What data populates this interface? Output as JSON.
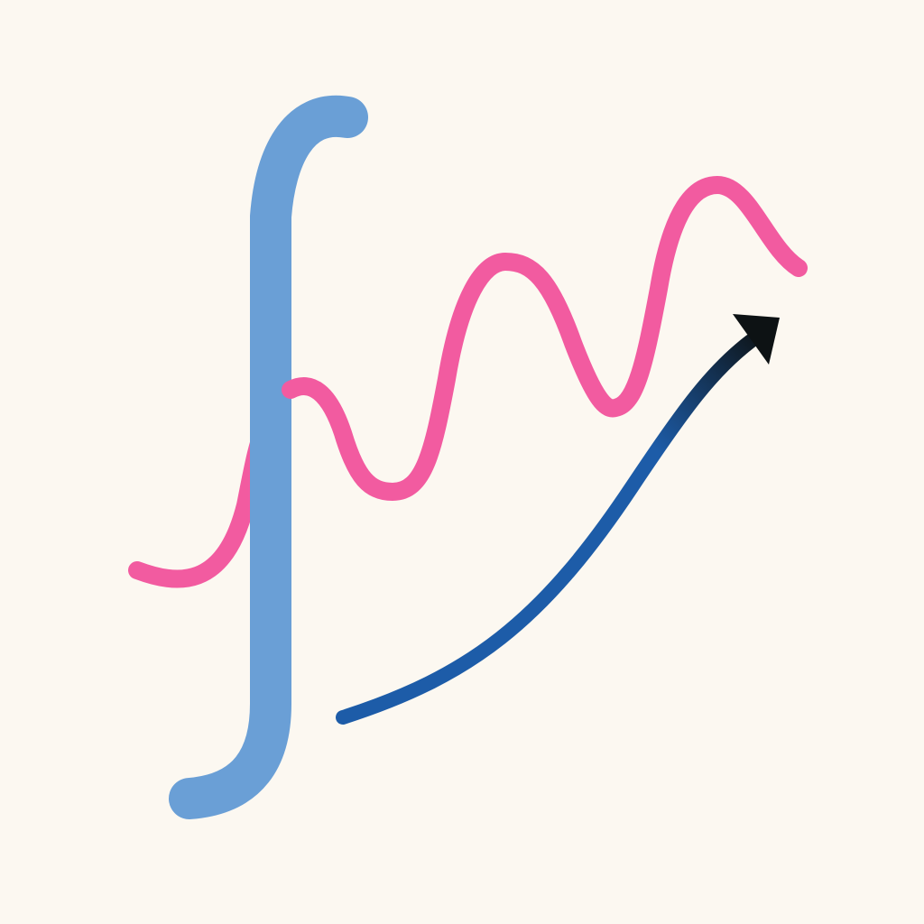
{
  "illustration": {
    "elements": [
      "integral-sign-stroke",
      "wave-stroke",
      "growth-arrow"
    ],
    "colors": {
      "background": "#fcf8f1",
      "integral_stroke": "#6a9fd6",
      "wave_stroke": "#f25ba0",
      "arrow_gradient_start": "#1d5ca8",
      "arrow_gradient_end": "#0d1214",
      "arrowhead": "#0d1214"
    },
    "icons": {
      "integral": "integral-sign-icon",
      "wave": "wave-icon",
      "arrow": "trend-up-arrow-icon"
    }
  }
}
